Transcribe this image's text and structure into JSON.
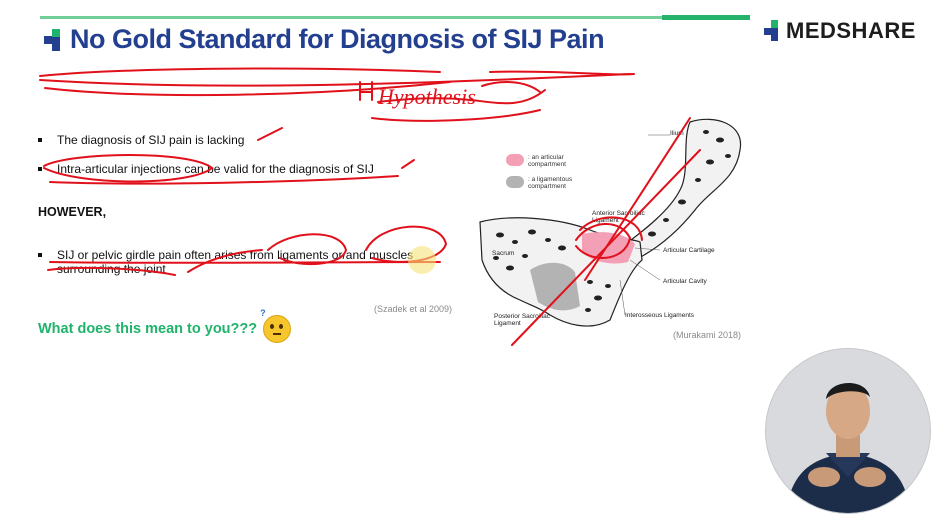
{
  "slide": {
    "title": "No Gold Standard for Diagnosis of SIJ Pain",
    "brand_accent": "#233f8f",
    "green_accent": "#1fb36b"
  },
  "logo": {
    "text": "MEDSHARE"
  },
  "bullets": [
    {
      "text": "The diagnosis of SIJ pain is lacking"
    },
    {
      "text": "Intra-articular injections can be valid for the diagnosis of SIJ"
    }
  ],
  "however": "HOWEVER,",
  "bullet3": {
    "line1": "SIJ or pelvic girdle pain often arises from ligaments or/and muscles",
    "line2": "surrounding the joint"
  },
  "citation_left": "(Szadek et al 2009)",
  "question": "What does this mean to you???",
  "emoji_q": "?",
  "diagram": {
    "legend": [
      {
        "text_line1": ": an articular",
        "text_line2": "compartment",
        "color": "#f3a0b6"
      },
      {
        "text_line1": ": a ligamentous",
        "text_line2": "compartment",
        "color": "#b3b3b3"
      }
    ],
    "labels": {
      "ilium": "Ilium",
      "anterior1": "Anterior Sacroiliac",
      "anterior2": "Ligament",
      "cartilage": "Articular Cartilage",
      "cavity": "Articular Cavity",
      "sacrum": "Sacrum",
      "posterior1": "Posterior Sacroiliac",
      "posterior2": "Ligament",
      "interosseous": "Interosseous Ligaments"
    },
    "citation": "(Murakami 2018)"
  },
  "annotation": {
    "handwriting": "Hypothesis",
    "color": "#e0111b"
  },
  "presenter_video": {
    "description": "presenter-webcam"
  }
}
